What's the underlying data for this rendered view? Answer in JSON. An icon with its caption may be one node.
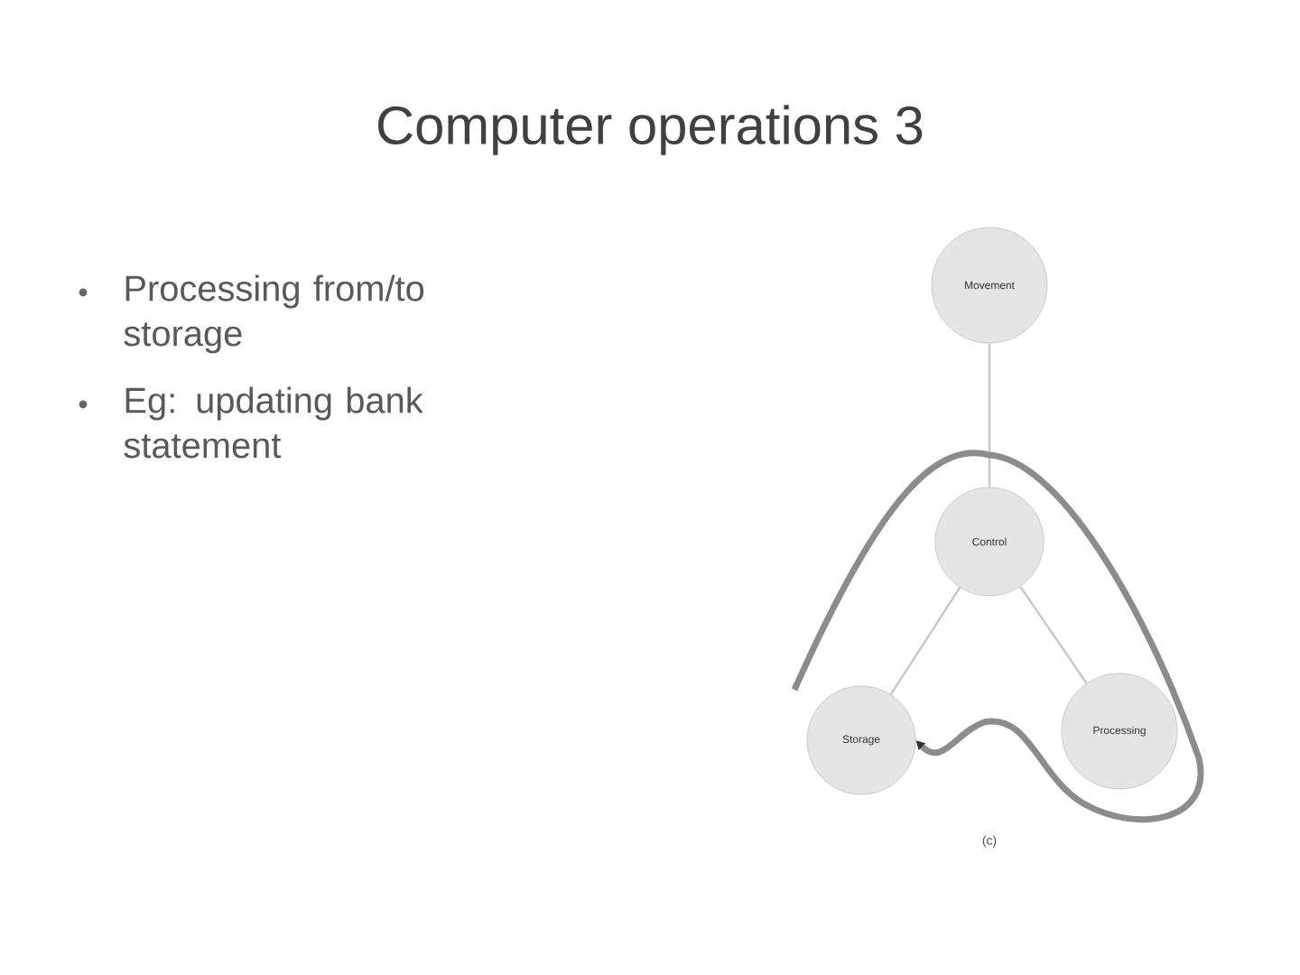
{
  "diagram": {
    "title": "Computer operations 3",
    "nodes": [
      {
        "text": [
          "Movement"
        ]
      },
      {
        "text": [
          "Control"
        ]
      },
      {
        "text": [
          "Storage"
        ]
      },
      {
        "text": [
          "Processing"
        ]
      }
    ],
    "edges": [
      {
        "from": 0,
        "to": 1,
        "arrow": "none"
      },
      {
        "from": 1,
        "to": 2,
        "arrow": "none"
      },
      {
        "from": 1,
        "to": 3,
        "arrow": "none"
      },
      {
        "from": null,
        "to": 2,
        "arrow": "to",
        "style": "thick"
      }
    ],
    "labels": [
      "Processing from/to storage",
      "Eg: updating bank statement",
      "(c)"
    ]
  }
}
